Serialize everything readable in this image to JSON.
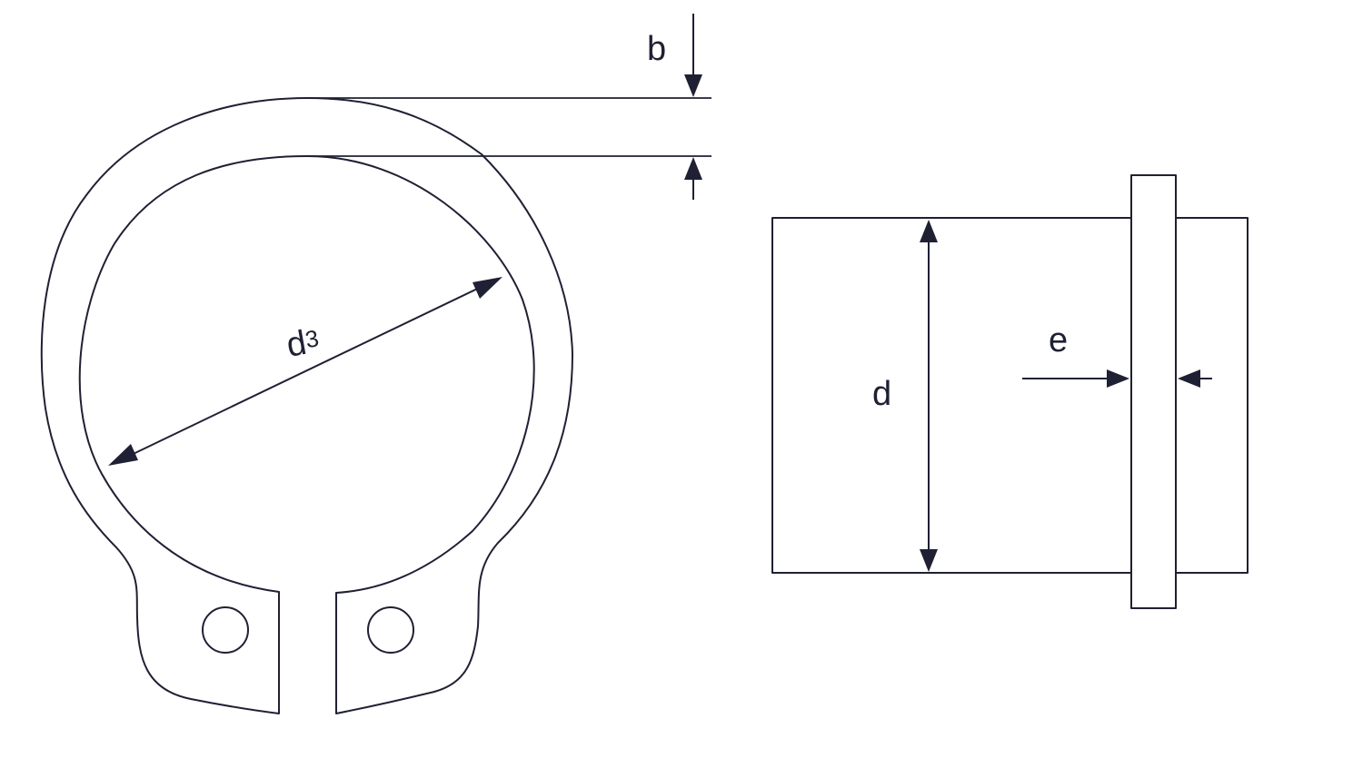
{
  "labels": {
    "b": "b",
    "d3_main": "d",
    "d3_sub": "3",
    "d": "d",
    "e": "e"
  }
}
